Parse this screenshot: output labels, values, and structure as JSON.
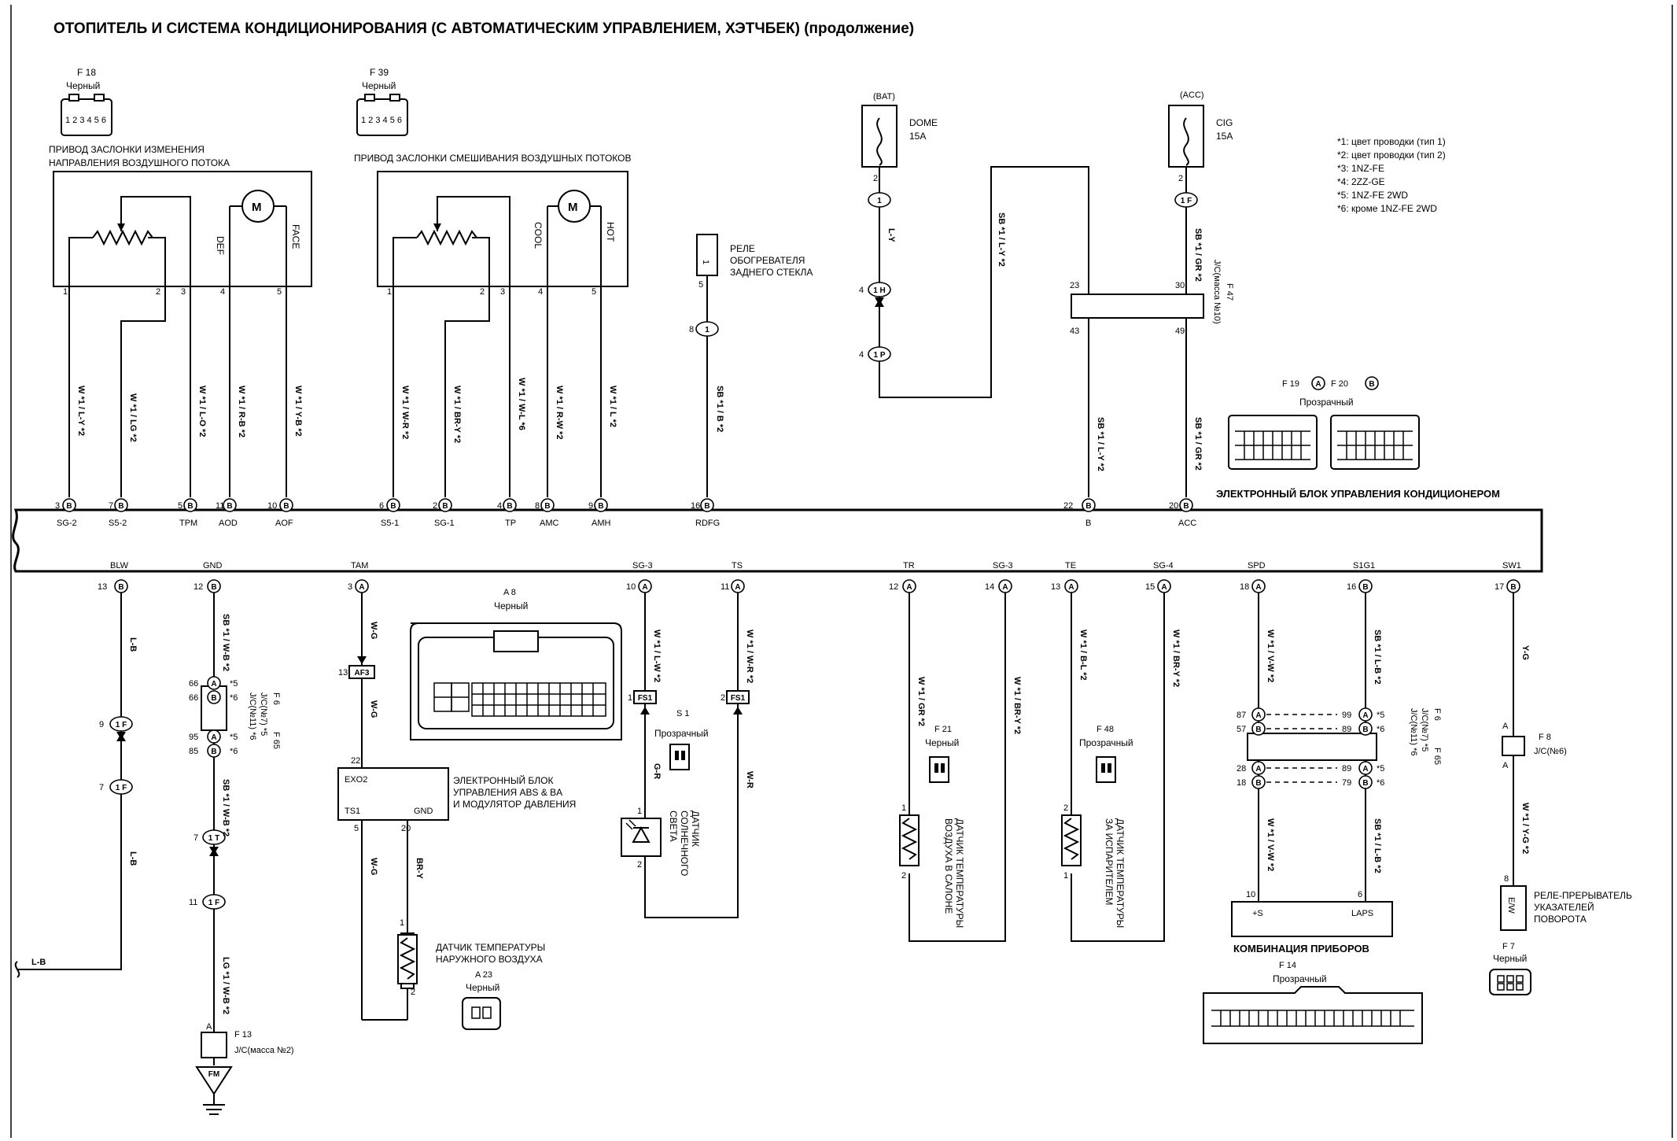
{
  "title": "ОТОПИТЕЛЬ И СИСТЕМА КОНДИЦИОНИРОВАНИЯ (С АВТОМАТИЧЕСКИМ УПРАВЛЕНИЕМ, ХЭТЧБЕК) (продолжение)",
  "notes": [
    "*1: цвет проводки (тип 1)",
    "*2: цвет проводки (тип 2)",
    "*3: 1NZ-FE",
    "*4: 2ZZ-GE",
    "*5: 1NZ-FE 2WD",
    "*6: кроме 1NZ-FE 2WD"
  ],
  "ecu": {
    "label": "ЭЛЕКТРОННЫЙ БЛОК УПРАВЛЕНИЯ КОНДИЦИОНЕРОМ",
    "top_terminals": [
      "SG-2",
      "S5-2",
      "TPM",
      "AOD",
      "AOF",
      "S5-1",
      "SG-1",
      "TP",
      "AMC",
      "AMH",
      "RDFG",
      "B",
      "ACC"
    ],
    "top_pins": [
      "3",
      "7",
      "5",
      "11",
      "10",
      "6",
      "2",
      "4",
      "8",
      "9",
      "16",
      "22",
      "20"
    ],
    "bottom_terminals": [
      "BLW",
      "GND",
      "TAM",
      "SG-3",
      "TS",
      "TR",
      "SG-3",
      "TE",
      "SG-4",
      "SPD",
      "S1G1",
      "SW1"
    ],
    "bottom_pins": [
      "13",
      "12",
      "3",
      "10",
      "11",
      "12",
      "14",
      "13",
      "15",
      "18",
      "16",
      "17"
    ]
  },
  "connector_letters": {
    "a": "A",
    "b": "B"
  },
  "parts": {
    "f18": {
      "code": "F 18",
      "color": "Черный",
      "label1": "ПРИВОД ЗАСЛОНКИ ИЗМЕНЕНИЯ",
      "label2": "НАПРАВЛЕНИЯ ВОЗДУШНОГО ПОТОКА",
      "pins": "1 2 3 4 5 6",
      "def": "DEF",
      "face": "FACE"
    },
    "f39": {
      "code": "F 39",
      "color": "Черный",
      "label": "ПРИВОД ЗАСЛОНКИ СМЕШИВАНИЯ ВОЗДУШНЫХ ПОТОКОВ",
      "pins": "1 2 3 4 5 6",
      "cool": "COOL",
      "hot": "HOT"
    },
    "relay_rear": {
      "label1": "РЕЛЕ",
      "label2": "ОБОГРЕВАТЕЛЯ",
      "label3": "ЗАДНЕГО СТЕКЛА"
    },
    "dome": {
      "bat": "(BAT)",
      "name": "DOME",
      "amp": "15A"
    },
    "cig": {
      "acc": "(ACC)",
      "name": "CIG",
      "amp": "15A"
    },
    "f47": {
      "code": "F 47",
      "label": "J/C(масса №10)"
    },
    "f19f20": {
      "codes": [
        "F 19",
        "F 20"
      ],
      "color": "Прозрачный"
    },
    "a8": {
      "code": "A 8",
      "color": "Черный"
    },
    "abs": {
      "line1": "ЭЛЕКТРОННЫЙ БЛОК",
      "line2": "УПРАВЛЕНИЯ ABS & BA",
      "line3": "И МОДУЛЯТОР ДАВЛЕНИЯ",
      "exo": "EXO2",
      "ts1": "TS1",
      "gnd": "GND",
      "conn": "AF3"
    },
    "s1": {
      "code": "S 1",
      "color": "Прозрачный",
      "label1": "ДАТЧИК",
      "label2": "СОЛНЕЧНОГО",
      "label3": "СВЕТА",
      "conn": "FS1"
    },
    "a23": {
      "code": "A 23",
      "color": "Черный",
      "label1": "ДАТЧИК ТЕМПЕРАТУРЫ",
      "label2": "НАРУЖНОГО ВОЗДУХА"
    },
    "f21": {
      "code": "F 21",
      "color": "Черный",
      "label1": "ДАТЧИК ТЕМПЕРАТУРЫ",
      "label2": "ВОЗДУХА В САЛОНЕ"
    },
    "f48": {
      "code": "F 48",
      "color": "Прозрачный",
      "label1": "ДАТЧИК ТЕМПЕРАТУРЫ",
      "label2": "ЗА ИСПАРИТЕЛЕМ"
    },
    "f6": {
      "code": "F 6",
      "label1": "J/C(№7) *5",
      "label2": "J/C(№11) *6",
      "code2": "F 65"
    },
    "f6r": {
      "code": "F 6",
      "label1": "J/C(№7) *5",
      "label2": "J/C(№11) *6",
      "code2": "F 65"
    },
    "f8": {
      "code": "F 8",
      "label": "J/C(№6)"
    },
    "f13": {
      "code": "F 13",
      "label": "J/C(масса №2)",
      "ground": "FM"
    },
    "cluster": {
      "label": "КОМБИНАЦИЯ ПРИБОРОВ",
      "plus_s": "+S",
      "laps": "LAPS",
      "code": "F 14",
      "color": "Прозрачный"
    },
    "f7": {
      "code": "F 7",
      "color": "Черный",
      "label1": "РЕЛЕ-ПРЕРЫВАТЕЛЬ",
      "label2": "УКАЗАТЕЛЕЙ",
      "label3": "ПОВОРОТА"
    }
  },
  "wires": {
    "sg2": "W *1 / L-Y *2",
    "s52": "W *1 / LG *2",
    "tpm": "W *1 / L-O *2",
    "aod": "W *1 / R-B *2",
    "aof": "W *1 / Y-B *2",
    "s51": "W *1 / W-R *2",
    "sg1": "W *1 / BR-Y *2",
    "tp": "W *1 / W-L *6",
    "amc": "W *1 / R-W *2",
    "amh": "W *1 / L *2",
    "rdfg": "SB *1 / B *2",
    "dome": "L-Y",
    "dome2": "SB *1 / L-Y *2",
    "b": "SB *1 / L-Y *2",
    "acc": "SB *1 / GR *2",
    "blw": "L-B",
    "gnd": "SB *1 / W-B *2",
    "gnd2": "SB *1 / W-B *2",
    "gnd3": "LG *1 / W-B *2",
    "tam": "W-G",
    "exo": "W-G",
    "ts1": "W-G",
    "agnd": "BR-Y",
    "sg3a": "W *1 / L-W *2",
    "ts": "W *1 / W-R *2",
    "sun1": "G-R",
    "sun2": "W-R",
    "tr": "W *1 / GR *2",
    "sg3b": "W *1 / BR-Y *2",
    "te": "W *1 / B-L *2",
    "sg4": "W *1 / BR-Y *2",
    "spd": "W *1 / V-W *2",
    "s1g1": "SB *1 / L-B *2",
    "sw1": "Y-G",
    "sw1b": "W *1 / Y-G *2"
  }
}
